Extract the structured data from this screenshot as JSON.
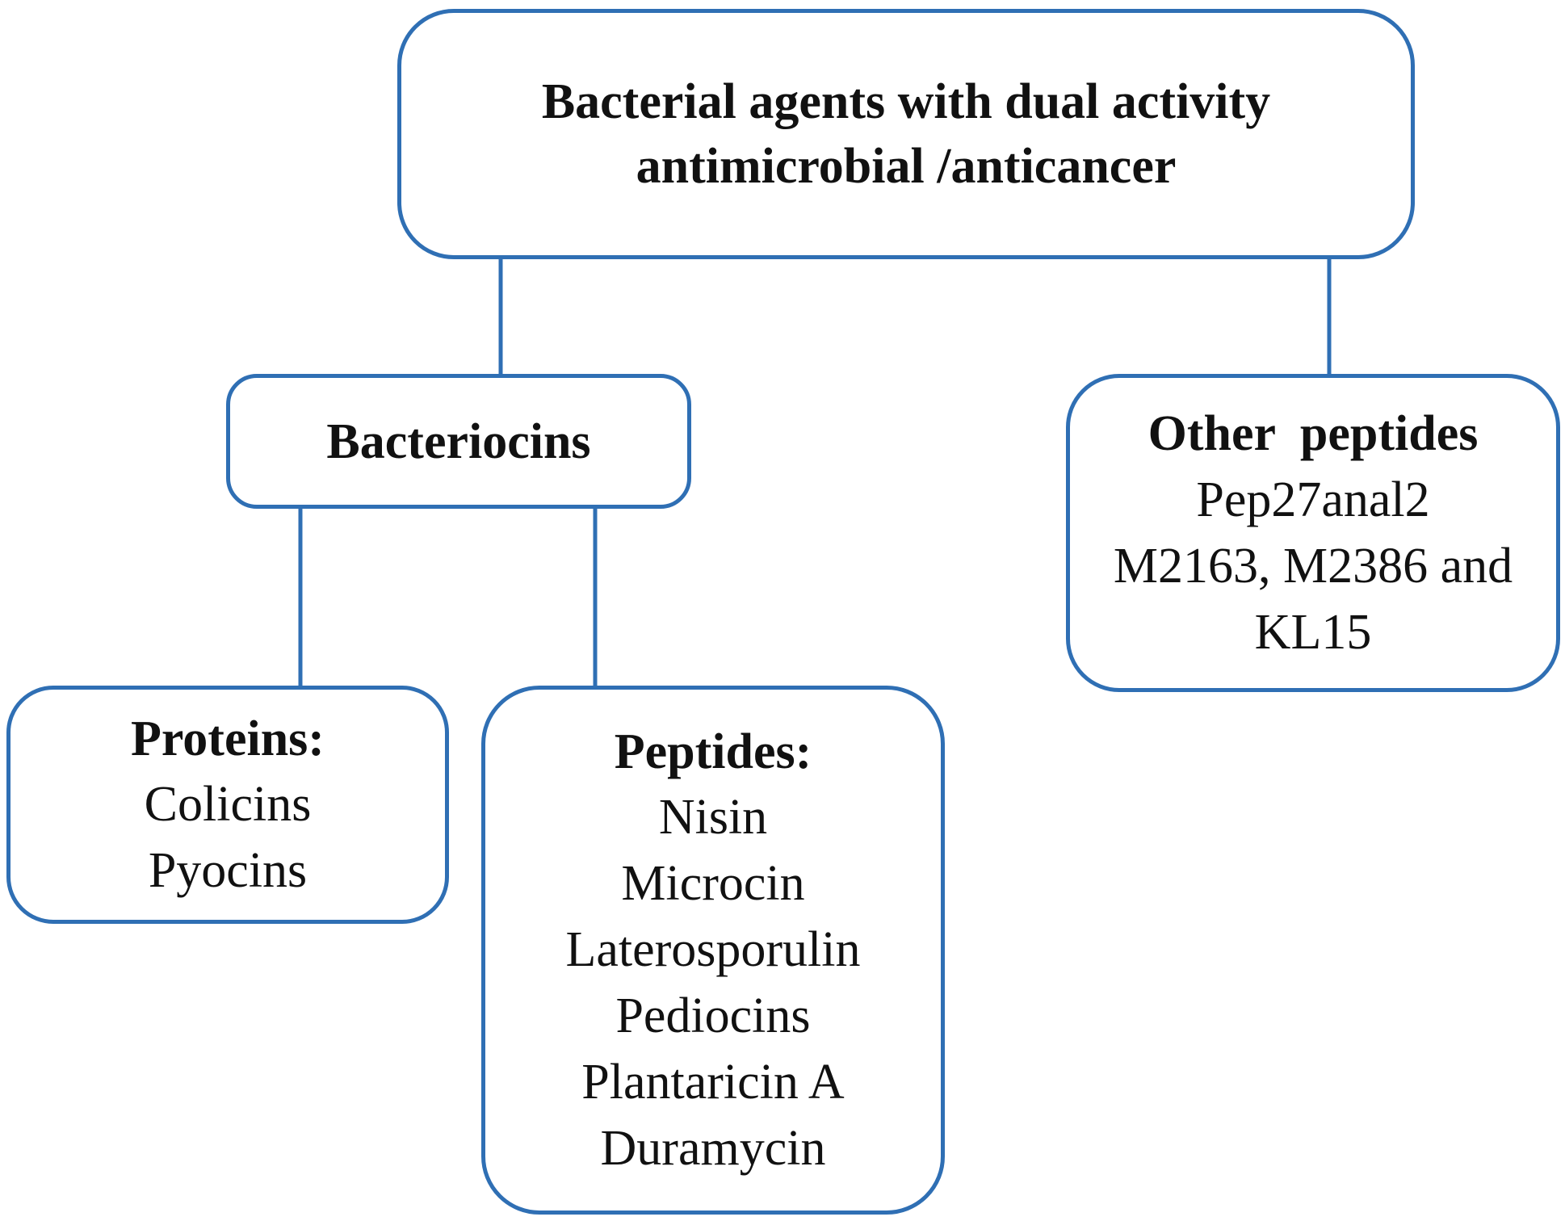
{
  "root": {
    "title_line1": "Bacterial agents with dual activity",
    "title_line2": "antimicrobial /anticancer"
  },
  "bacteriocins": {
    "label": "Bacteriocins"
  },
  "other_peptides": {
    "heading": "Other  peptides",
    "items": [
      "Pep27anal2",
      "M2163, M2386 and",
      "KL15"
    ]
  },
  "proteins": {
    "heading": "Proteins:",
    "items": [
      "Colicins",
      "Pyocins"
    ]
  },
  "peptides": {
    "heading": "Peptides:",
    "items": [
      "Nisin",
      "Microcin",
      "Laterosporulin",
      "Pediocins",
      "Plantaricin A",
      "Duramycin"
    ]
  },
  "colors": {
    "box_border": "#2f6fb4",
    "connector": "#2f6fb4",
    "text": "#111111",
    "background": "#ffffff"
  }
}
